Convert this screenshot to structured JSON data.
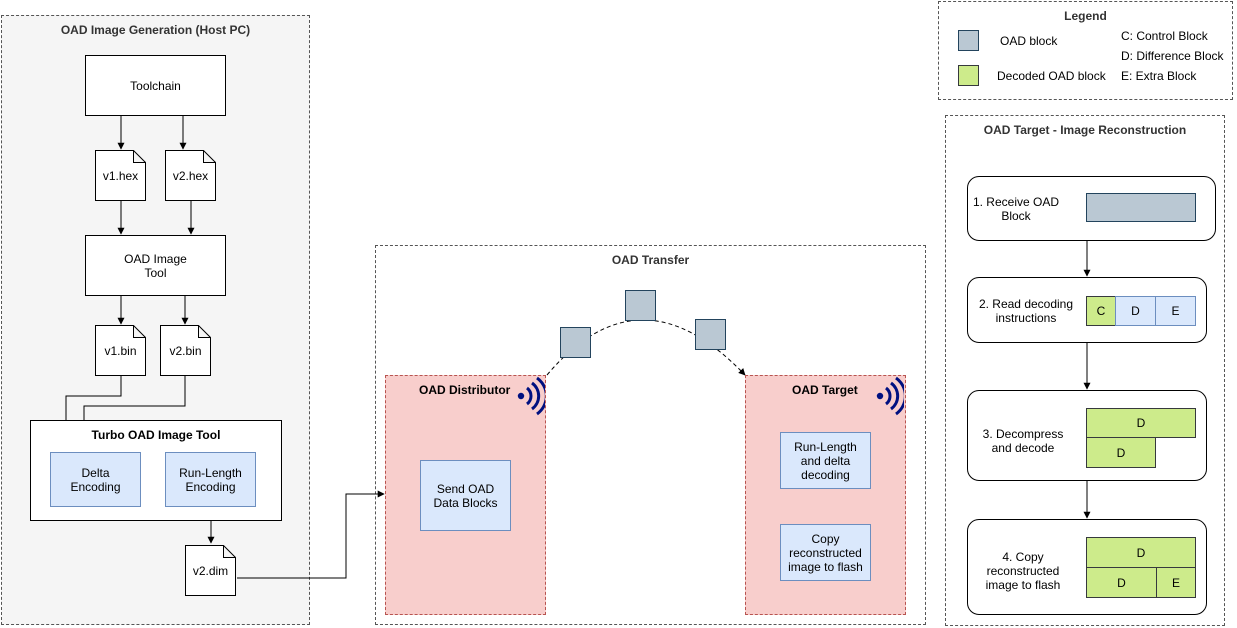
{
  "host_group": {
    "title": "OAD Image Generation (Host PC)",
    "toolchain": "Toolchain",
    "v1_hex": "v1.hex",
    "v2_hex": "v2.hex",
    "oad_image_tool": "OAD Image\nTool",
    "v1_bin": "v1.bin",
    "v2_bin": "v2.bin",
    "turbo_tool_title": "Turbo OAD Image Tool",
    "delta_encoding": "Delta\nEncoding",
    "run_length_encoding": "Run-Length\nEncoding",
    "v2_dim": "v2.dim"
  },
  "transfer_group": {
    "title": "OAD Transfer",
    "distributor_title": "OAD Distributor",
    "send_blocks": "Send OAD\nData Blocks",
    "target_title": "OAD Target",
    "rl_delta_decoding": "Run-Length\nand delta\ndecoding",
    "copy_flash": "Copy\nreconstructed\nimage to flash"
  },
  "legend": {
    "title": "Legend",
    "oad_block": "OAD block",
    "decoded_block": "Decoded OAD block",
    "control_block": "C: Control Block",
    "difference_block": "D: Difference Block",
    "extra_block": "E: Extra Block"
  },
  "reconstruction_group": {
    "title": "OAD Target - Image Reconstruction",
    "step1": "1. Receive OAD\nBlock",
    "step2": "2. Read decoding\ninstructions",
    "step3": "3. Decompress\nand decode",
    "step4": "4. Copy\nreconstructed\nimage to flash",
    "cell_c": "C",
    "cell_d": "D",
    "cell_e": "E"
  },
  "colors": {
    "oad_block": "#bac8d3",
    "decoded_block": "#cdeb8b",
    "process_box": "#dae8fc",
    "device_area": "#f8cecc",
    "wireless_icon": "#001080"
  }
}
